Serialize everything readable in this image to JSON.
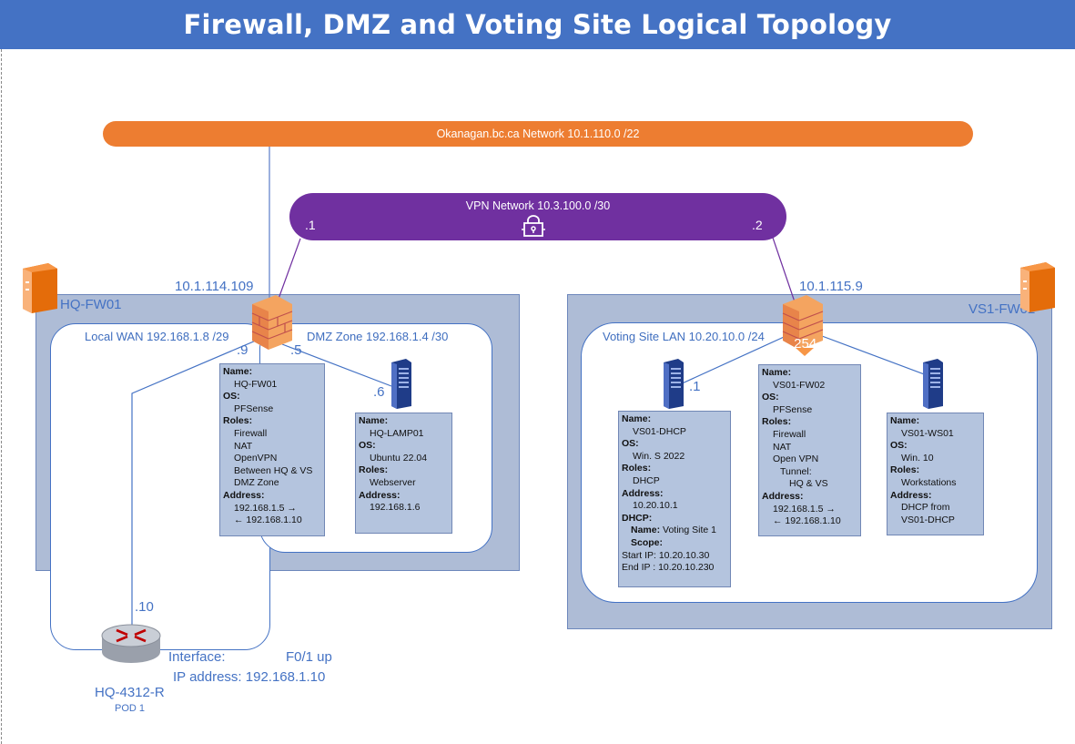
{
  "title": "Firewall, DMZ and Voting Site Logical Topology",
  "networks": {
    "okanagan": "Okanagan.bc.ca Network 10.1.110.0 /22",
    "vpn": "VPN Network 10.3.100.0 /30",
    "vpn_left_ip": ".1",
    "vpn_right_ip": ".2"
  },
  "hq": {
    "panel_label": "HQ-FW01",
    "wan_ip": "10.1.114.109",
    "local_wan": "Local WAN 192.168.1.8 /29",
    "dmz_zone": "DMZ Zone 192.168.1.4 /30",
    "fw_wan_ip": ".9",
    "fw_dmz_ip": ".5",
    "lamp_ip": ".6",
    "router_ip": ".10",
    "fw_info": {
      "name_key": "Name:",
      "name": "HQ-FW01",
      "os_key": "OS:",
      "os": "PFSense",
      "roles_key": "Roles:",
      "roles": [
        "Firewall",
        "NAT",
        "OpenVPN",
        "Between HQ & VS",
        "DMZ Zone"
      ],
      "address_key": "Address:",
      "address": [
        "192.168.1.5 →",
        "← 192.168.1.10"
      ]
    },
    "lamp_info": {
      "name_key": "Name:",
      "name": "HQ-LAMP01",
      "os_key": "OS:",
      "os": "Ubuntu 22.04",
      "roles_key": "Roles:",
      "roles": [
        "Webserver"
      ],
      "address_key": "Address:",
      "address": [
        "192.168.1.6"
      ]
    },
    "router": {
      "interface_label": "Interface:",
      "interface_status": "F0/1 up",
      "ip_line": "IP address: 192.168.1.10",
      "name": "HQ-4312-R",
      "pod": "POD 1"
    }
  },
  "vs": {
    "panel_label": "VS1-FW02",
    "wan_ip": "10.1.115.9",
    "lan": "Voting Site LAN 10.20.10.0 /24",
    "fw_lan_ip": ".254",
    "dhcp_ip": ".1",
    "dhcp_info": {
      "name_key": "Name:",
      "name": "VS01-DHCP",
      "os_key": "OS:",
      "os": "Win. S 2022",
      "roles_key": "Roles:",
      "roles": [
        "DHCP"
      ],
      "address_key": "Address:",
      "address": [
        "10.20.10.1"
      ],
      "dhcp_key": "DHCP:",
      "dhcp_name_key": "Name:",
      "dhcp_name": "Voting Site 1",
      "scope_key": "Scope:",
      "start_ip": "Start IP: 10.20.10.30",
      "end_ip": "End IP : 10.20.10.230"
    },
    "fw_info": {
      "name_key": "Name:",
      "name": "VS01-FW02",
      "os_key": "OS:",
      "os": "PFSense",
      "roles_key": "Roles:",
      "roles": [
        "Firewall",
        "NAT",
        "Open VPN",
        "Tunnel:",
        "HQ & VS"
      ],
      "address_key": "Address:",
      "address": [
        "192.168.1.5 →",
        "← 192.168.1.10"
      ]
    },
    "ws_info": {
      "name_key": "Name:",
      "name": "VS01-WS01",
      "os_key": "OS:",
      "os": "Win. 10",
      "roles_key": "Roles:",
      "roles": [
        "Workstations"
      ],
      "address_key": "Address:",
      "address": [
        "DHCP from",
        "VS01-DHCP"
      ]
    }
  },
  "colors": {
    "title_bar": "#4472c4",
    "okanagan_network": "#ed7d31",
    "vpn_network": "#7030a0",
    "site_panel": "#aebcd6",
    "info_box": "#b4c4de",
    "label_text": "#4472c4",
    "firewall": "#f4a460",
    "server": "#2f4f9e"
  },
  "icons": [
    "firewall-icon",
    "server-icon",
    "router-icon",
    "lock-icon",
    "computer-icon"
  ]
}
